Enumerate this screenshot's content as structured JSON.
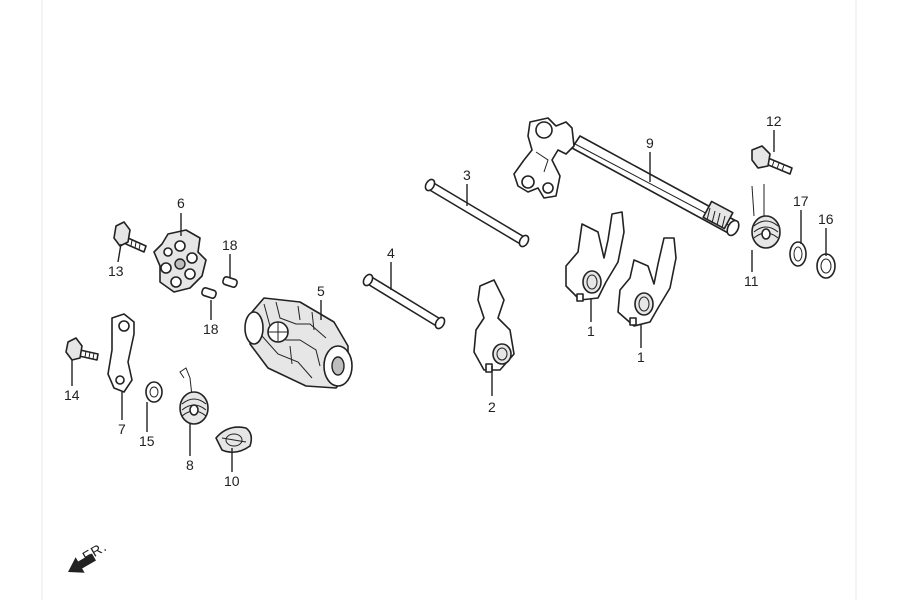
{
  "diagram": {
    "parts": [
      {
        "key": "p1a",
        "number": "1"
      },
      {
        "key": "p1b",
        "number": "1"
      },
      {
        "key": "p2",
        "number": "2"
      },
      {
        "key": "p3",
        "number": "3"
      },
      {
        "key": "p4",
        "number": "4"
      },
      {
        "key": "p5",
        "number": "5"
      },
      {
        "key": "p6",
        "number": "6"
      },
      {
        "key": "p7",
        "number": "7"
      },
      {
        "key": "p8",
        "number": "8"
      },
      {
        "key": "p9",
        "number": "9"
      },
      {
        "key": "p10",
        "number": "10"
      },
      {
        "key": "p11",
        "number": "11"
      },
      {
        "key": "p12",
        "number": "12"
      },
      {
        "key": "p13",
        "number": "13"
      },
      {
        "key": "p14",
        "number": "14"
      },
      {
        "key": "p15",
        "number": "15"
      },
      {
        "key": "p16",
        "number": "16"
      },
      {
        "key": "p17",
        "number": "17"
      },
      {
        "key": "p18a",
        "number": "18"
      },
      {
        "key": "p18b",
        "number": "18"
      }
    ],
    "direction_label": "FR."
  }
}
